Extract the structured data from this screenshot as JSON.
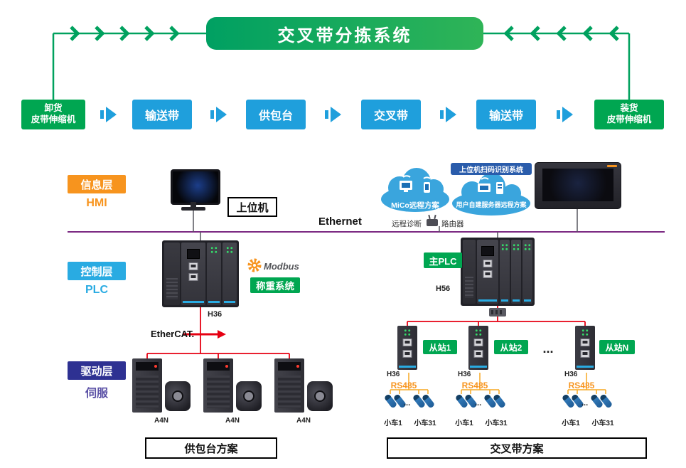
{
  "banner": {
    "title": "交叉带分拣系统"
  },
  "flow": {
    "unload_line1": "卸货",
    "unload_line2": "皮带伸缩机",
    "conveyor1": "输送带",
    "feeding": "供包台",
    "crossbelt": "交叉带",
    "conveyor2": "输送带",
    "load_line1": "装货",
    "load_line2": "皮带伸缩机"
  },
  "layers": {
    "info_label": "信息层",
    "info_sub": "HMI",
    "control_label": "控制层",
    "control_sub": "PLC",
    "drive_label": "驱动层",
    "drive_sub": "伺服"
  },
  "info": {
    "host_label": "上位机",
    "ethernet_label": "Ethernet",
    "scan_system_label": "上位机扫码识别系统",
    "cloud_mico_label": "MiCo远程方案",
    "cloud_user_label": "用户自建服务器远程方案",
    "remote_diag_label": "远程诊断",
    "router_label": "路由器"
  },
  "control": {
    "modbus_label": "Modbus",
    "weighing_label": "称重系统",
    "left_plc_model": "H36",
    "ethercat_label": "EtherCAT.",
    "main_plc_label": "主PLC",
    "main_plc_model": "H56"
  },
  "drive": {
    "drive1_model": "A4N",
    "drive2_model": "A4N",
    "drive3_model": "A4N",
    "plan_label": "供包台方案"
  },
  "crossbelt": {
    "slave1_label": "从站1",
    "slave2_label": "从站2",
    "slaveN_label": "从站N",
    "slaves_ellipsis": "...",
    "slave1_model": "H36",
    "slave2_model": "H36",
    "slaveN_model": "H36",
    "slave1_bus": "RS485",
    "slave2_bus": "RS485",
    "slaveN_bus": "RS485",
    "s1_car_first": "小车1",
    "s1_cars_ellipsis": "...",
    "s1_car_last": "小车31",
    "s2_car_first": "小车1",
    "s2_cars_ellipsis": "...",
    "s2_car_last": "小车31",
    "s3_car_first": "小车1",
    "s3_cars_ellipsis": "...",
    "s3_car_last": "小车31",
    "plan_label": "交叉带方案"
  },
  "colors": {
    "green": "#00a651",
    "flow_blue": "#1f9fdc",
    "cyan": "#29abe2",
    "orange": "#f7941e",
    "navy": "#2e3192",
    "ethernet_purple": "#7b2982",
    "bus_red": "#e60012",
    "car_line_yellow": "#f7a823",
    "car_blue": "#2e75b6"
  }
}
